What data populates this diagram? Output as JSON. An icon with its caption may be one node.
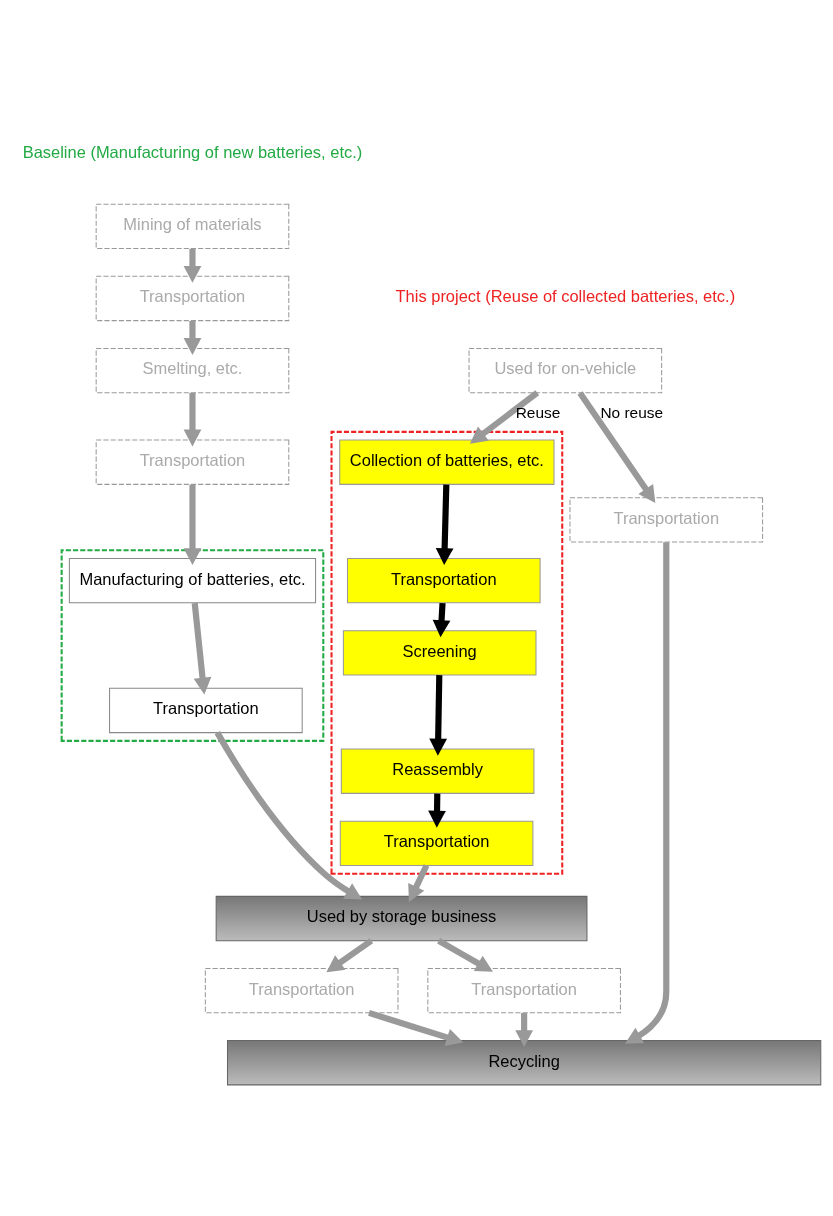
{
  "diagram": {
    "nodes": [
      {
        "text": [
          "Mining of materials"
        ]
      },
      {
        "text": [
          "Transportation"
        ]
      },
      {
        "text": [
          "Smelting, etc."
        ]
      },
      {
        "text": [
          "Transportation"
        ]
      },
      {
        "text": [],
        "shape": "box"
      },
      {
        "text": [
          "Manufacturing of batteries, etc."
        ],
        "in": 4
      },
      {
        "text": [
          "Transportation"
        ],
        "in": 4
      },
      {
        "text": [
          "Used for on-vehicle"
        ]
      },
      {
        "text": [],
        "shape": "box"
      },
      {
        "text": [
          "Collection of batteries, etc."
        ],
        "in": 8
      },
      {
        "text": [
          "Transportation"
        ],
        "in": 8
      },
      {
        "text": [
          "Screening"
        ],
        "in": 8
      },
      {
        "text": [
          "Reassembly"
        ],
        "in": 8
      },
      {
        "text": [
          "Transportation"
        ],
        "in": 8
      },
      {
        "text": [
          "Used by storage business"
        ]
      },
      {
        "text": [
          "Transportation"
        ]
      },
      {
        "text": [
          "Transportation"
        ]
      },
      {
        "text": [
          "Transportation"
        ]
      },
      {
        "text": [
          "Recycling"
        ]
      }
    ],
    "edges": [
      {
        "from": 0,
        "to": 1,
        "arrow": "to"
      },
      {
        "from": 1,
        "to": 2,
        "arrow": "to"
      },
      {
        "from": 2,
        "to": 3,
        "arrow": "to"
      },
      {
        "from": 3,
        "to": 5,
        "arrow": "to"
      },
      {
        "from": 5,
        "to": 6,
        "arrow": "to"
      },
      {
        "from": 6,
        "to": 14,
        "arrow": "to"
      },
      {
        "from": 7,
        "to": 9,
        "arrow": "to",
        "label": "Reuse"
      },
      {
        "from": 9,
        "to": 10,
        "arrow": "to",
        "color": "#000000"
      },
      {
        "from": 10,
        "to": 11,
        "arrow": "to",
        "color": "#000000"
      },
      {
        "from": 11,
        "to": 12,
        "arrow": "to",
        "color": "#000000"
      },
      {
        "from": 12,
        "to": 13,
        "arrow": "to",
        "color": "#000000"
      },
      {
        "from": 13,
        "to": 14,
        "arrow": "to"
      },
      {
        "from": 7,
        "to": 17,
        "arrow": "to",
        "label": "No reuse"
      },
      {
        "from": 14,
        "to": 15,
        "arrow": "to"
      },
      {
        "from": 14,
        "to": 16,
        "arrow": "to"
      },
      {
        "from": 15,
        "to": 18,
        "arrow": "to"
      },
      {
        "from": 16,
        "to": 18,
        "arrow": "to"
      },
      {
        "from": 17,
        "to": 18,
        "arrow": "to"
      }
    ],
    "labels": [
      "Baseline (Manufacturing of new batteries, etc.)",
      "This project (Reuse of collected batteries, etc.)"
    ]
  }
}
